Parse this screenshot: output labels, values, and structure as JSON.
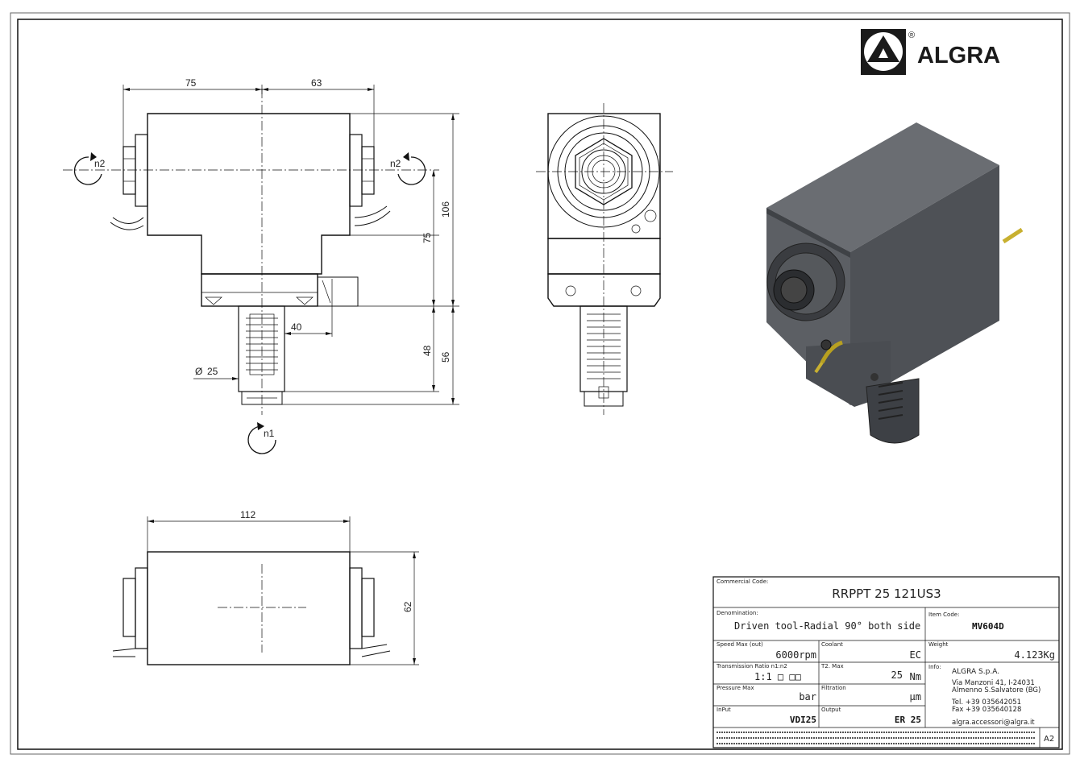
{
  "brand": {
    "name": "ALGRA",
    "registered": "®"
  },
  "dimensions": {
    "d75_top": "75",
    "d63_top": "63",
    "d106": "106",
    "d75_side": "75",
    "d40": "40",
    "d48": "48",
    "d56": "56",
    "d25": "25",
    "dia_symbol": "Ø",
    "d112": "112",
    "d62": "62"
  },
  "rotation_labels": {
    "n2_left": "n2",
    "n2_right": "n2",
    "n1": "n1"
  },
  "title_block": {
    "commercial_code_label": "Commercial Code:",
    "commercial_code": "RRPPT 25 121US3",
    "denomination_label": "Denomination:",
    "denomination": "Driven tool-Radial 90° both side",
    "item_code_label": "Item Code:",
    "item_code": "MV604D",
    "speed_label": "Speed Max (out)",
    "speed": "6000rpm",
    "coolant_label": "Coolant",
    "coolant": "EC",
    "weight_label": "Weight",
    "weight": "4.123Kg",
    "ratio_label": "Transmission Ratio n1:n2",
    "ratio": "1:1 □ □□",
    "torque_label": "T2. Max",
    "torque": "25",
    "torque_unit": "Nm",
    "info_label": "Info:",
    "company": "ALGRA S.p.A.",
    "address1": "Via Manzoni 41, I-24031",
    "address2": "Almenno S.Salvatore (BG)",
    "tel": "Tel. +39 035642051",
    "fax": "Fax +39 035640128",
    "email": "algra.accessori@algra.it",
    "pressure_label": "Pressure Max",
    "pressure_unit": "bar",
    "filtration_label": "Filtration",
    "filtration_unit": "μm",
    "input_label": "InPut",
    "input": "VDI25",
    "output_label": "Output",
    "output": "ER 25",
    "sheet_size": "A2"
  }
}
